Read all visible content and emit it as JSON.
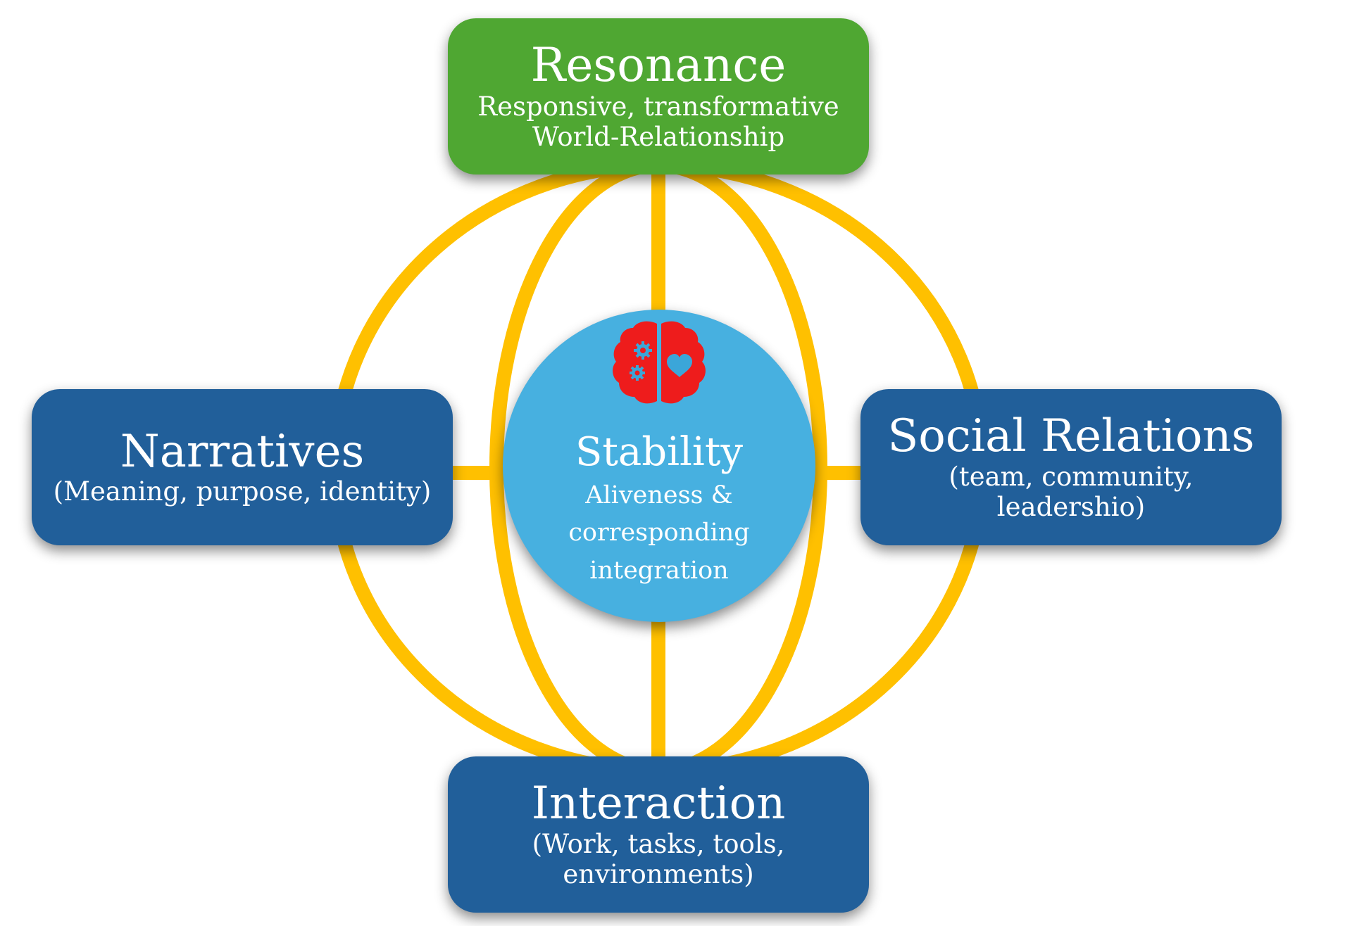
{
  "colors": {
    "green": "#4fa732",
    "navy": "#215f9a",
    "sky": "#47b0e0",
    "gold": "#ffc000",
    "brain_red": "#ee1c1c",
    "icon_blue": "#3ba6d9"
  },
  "nodes": {
    "top": {
      "title": "Resonance",
      "subtitle_lines": [
        "Responsive, transformative",
        "World-Relationship"
      ]
    },
    "left": {
      "title": "Narratives",
      "subtitle_lines": [
        "(Meaning, purpose, identity)"
      ]
    },
    "right": {
      "title": "Social Relations",
      "subtitle_lines": [
        "(team, community,",
        "leadershio)"
      ]
    },
    "bottom": {
      "title": "Interaction",
      "subtitle_lines": [
        "(Work, tasks, tools,",
        "environments)"
      ]
    },
    "center": {
      "title": "Stability",
      "subtitle_lines": [
        "Aliveness &",
        "corresponding",
        "integration"
      ],
      "icon": "brain-gears-heart-icon"
    }
  }
}
